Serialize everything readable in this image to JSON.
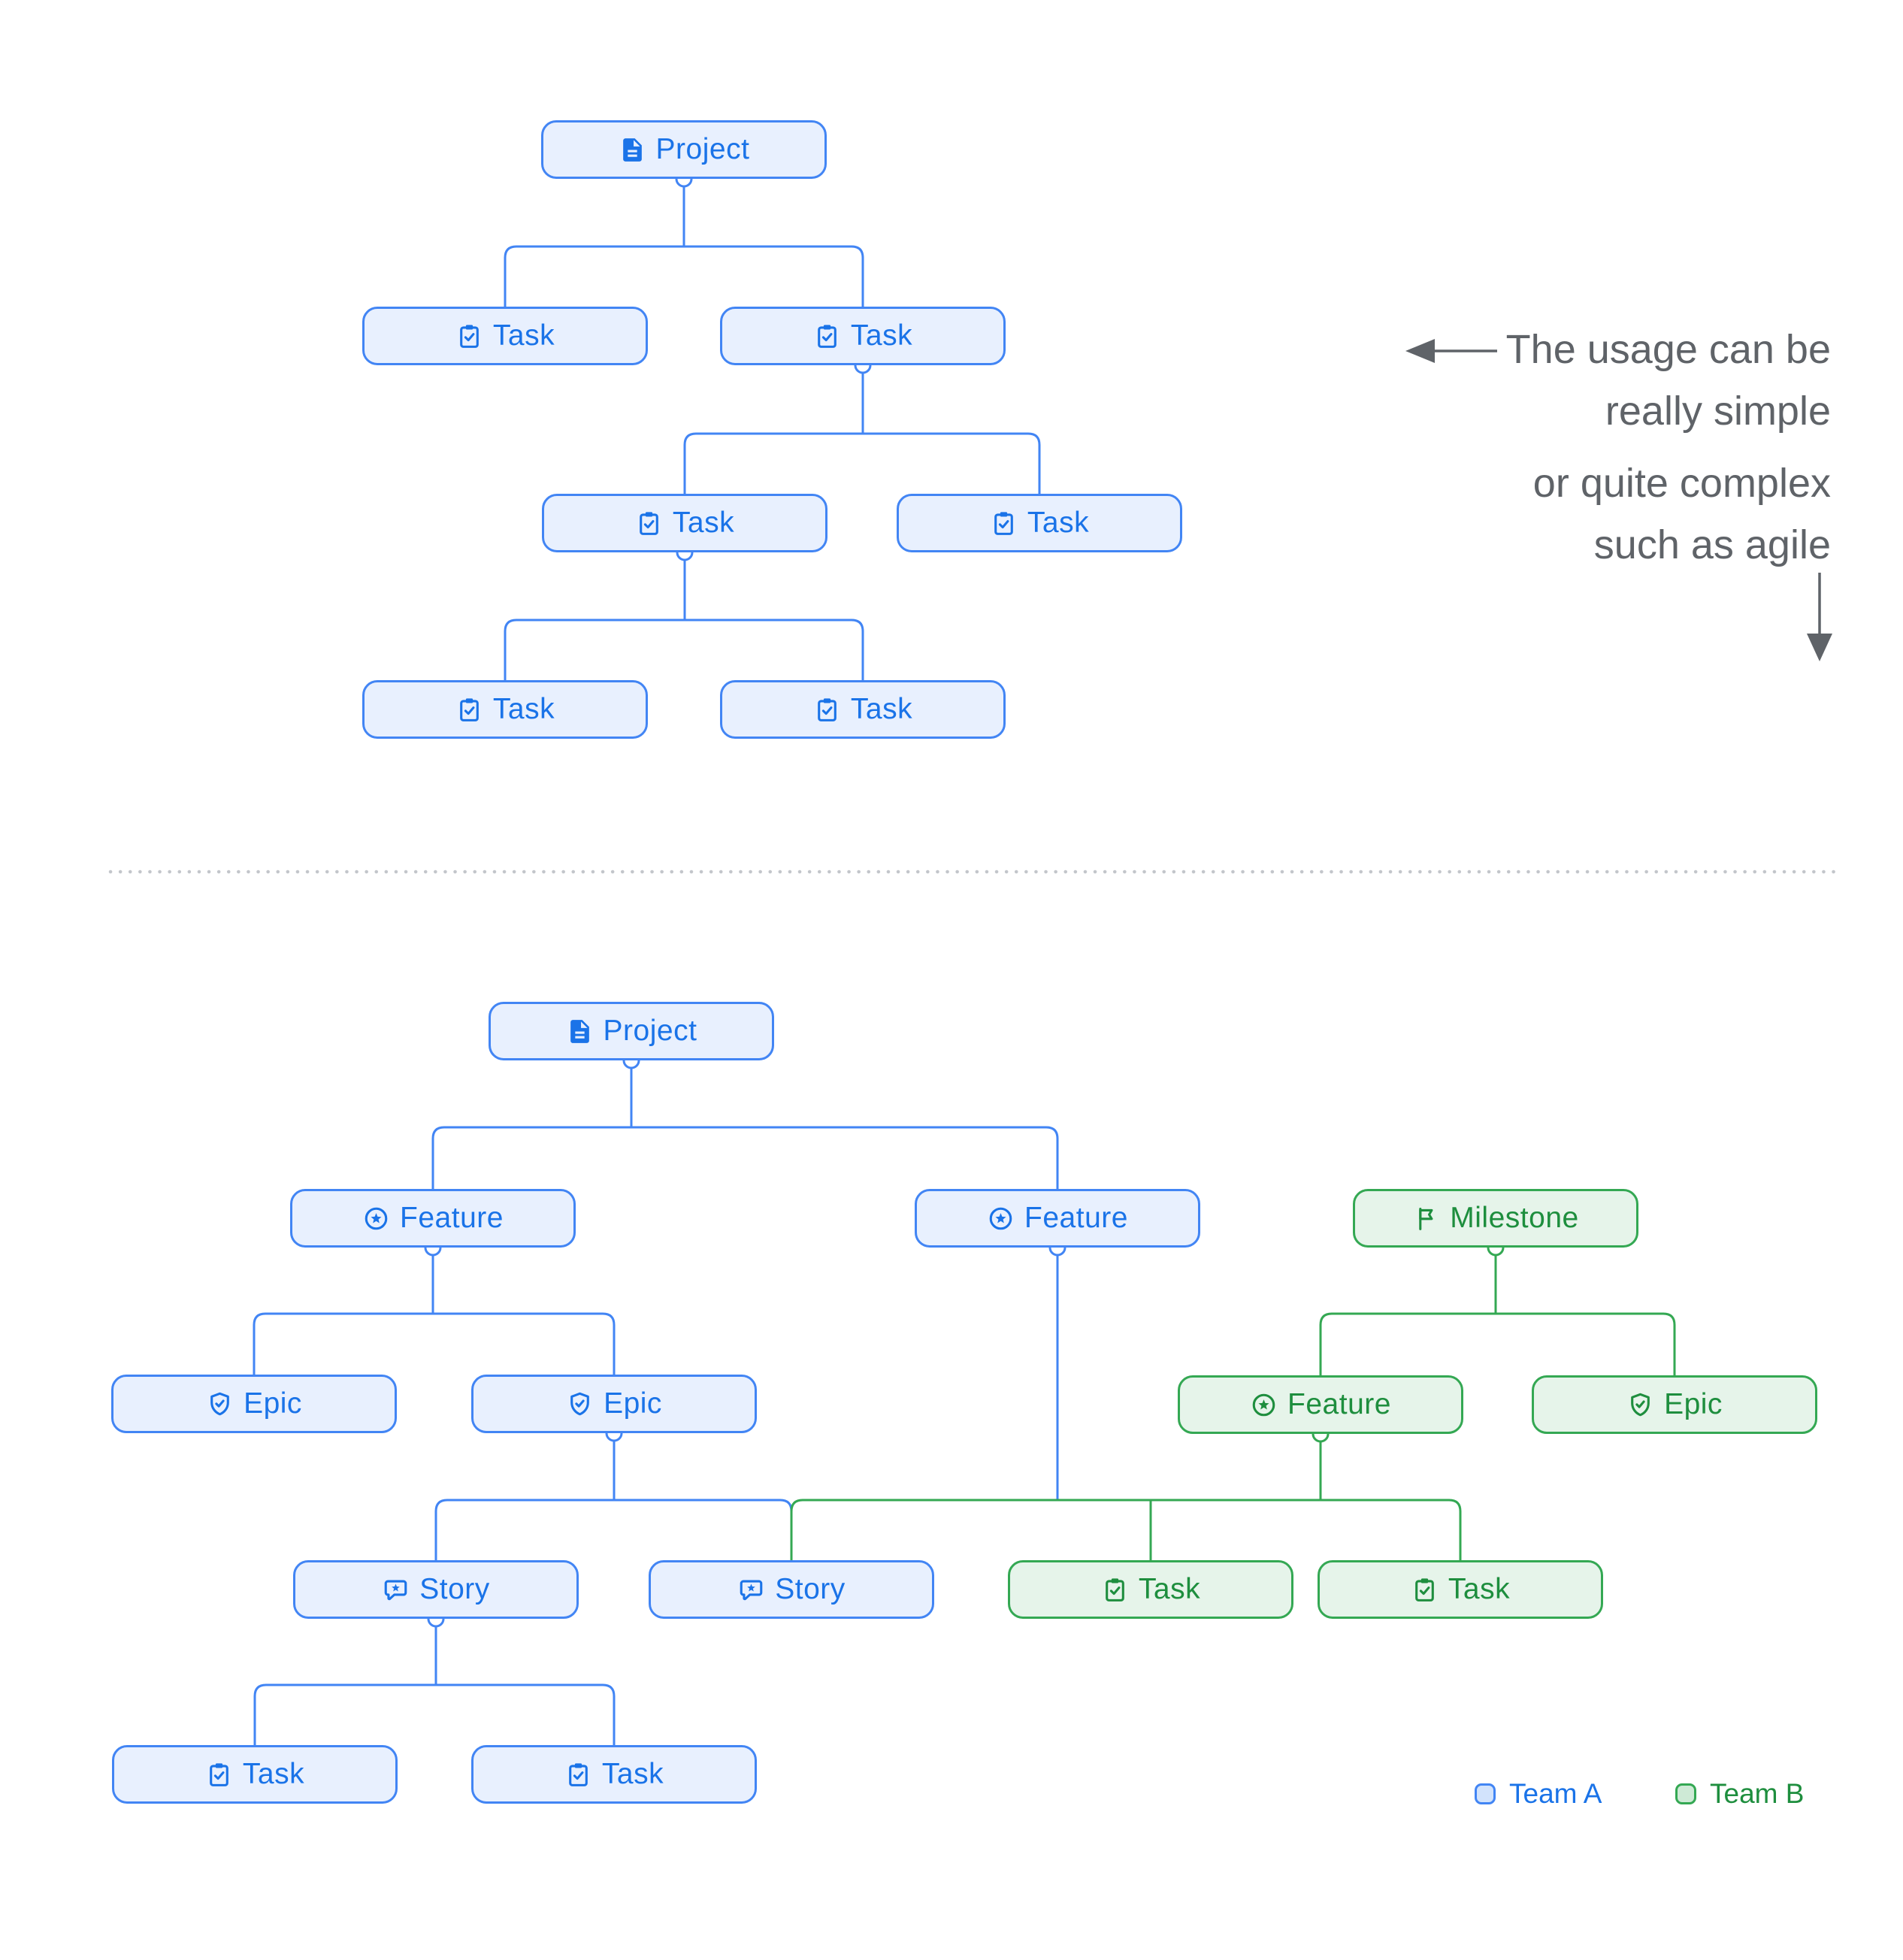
{
  "colors": {
    "team_a_border": "#4285f4",
    "team_a_text": "#1a73e8",
    "team_a_fill": "#e8f0fe",
    "team_b_border": "#34a853",
    "team_b_text": "#1e8e3e",
    "team_b_fill": "#e6f4ea",
    "annotation_gray": "#5f6368",
    "divider_dots": "#c3c6cb"
  },
  "top_tree": {
    "team": "Team A",
    "nodes": [
      {
        "label": "Project",
        "type": "project"
      },
      {
        "label": "Task",
        "type": "task"
      },
      {
        "label": "Task",
        "type": "task"
      },
      {
        "label": "Task",
        "type": "task"
      },
      {
        "label": "Task",
        "type": "task"
      },
      {
        "label": "Task",
        "type": "task"
      },
      {
        "label": "Task",
        "type": "task"
      }
    ],
    "edges": [
      "Project > Task, Task",
      "Task(2) > Task, Task",
      "Task(3) > Task, Task"
    ]
  },
  "bottom_tree": {
    "nodes": [
      {
        "label": "Project",
        "type": "project",
        "team": "Team A"
      },
      {
        "label": "Feature",
        "type": "feature",
        "team": "Team A"
      },
      {
        "label": "Feature",
        "type": "feature",
        "team": "Team A"
      },
      {
        "label": "Milestone",
        "type": "milestone",
        "team": "Team B"
      },
      {
        "label": "Epic",
        "type": "epic",
        "team": "Team A"
      },
      {
        "label": "Epic",
        "type": "epic",
        "team": "Team A"
      },
      {
        "label": "Feature",
        "type": "feature",
        "team": "Team B"
      },
      {
        "label": "Epic",
        "type": "epic",
        "team": "Team B"
      },
      {
        "label": "Story",
        "type": "story",
        "team": "Team A"
      },
      {
        "label": "Story",
        "type": "story",
        "team": "Team A"
      },
      {
        "label": "Task",
        "type": "task",
        "team": "Team B"
      },
      {
        "label": "Task",
        "type": "task",
        "team": "Team B"
      },
      {
        "label": "Task",
        "type": "task",
        "team": "Team A"
      },
      {
        "label": "Task",
        "type": "task",
        "team": "Team A"
      }
    ],
    "edges": [
      "Project > Feature, Feature",
      "Feature(1) > Epic, Epic",
      "Epic(2) > Story, Story",
      "Story(1) > Task, Task",
      "Milestone > Feature(B), Epic(B)",
      "Feature(2A) + Feature(B) > Story(2), Task(B), Task(B)"
    ]
  },
  "annotation": {
    "line1": "The usage can be",
    "line2": "really simple",
    "line3": "or quite complex",
    "line4": "such as agile"
  },
  "legend": {
    "team_a": {
      "label": "Team A",
      "color": "#4285f4"
    },
    "team_b": {
      "label": "Team B",
      "color": "#34a853"
    }
  }
}
